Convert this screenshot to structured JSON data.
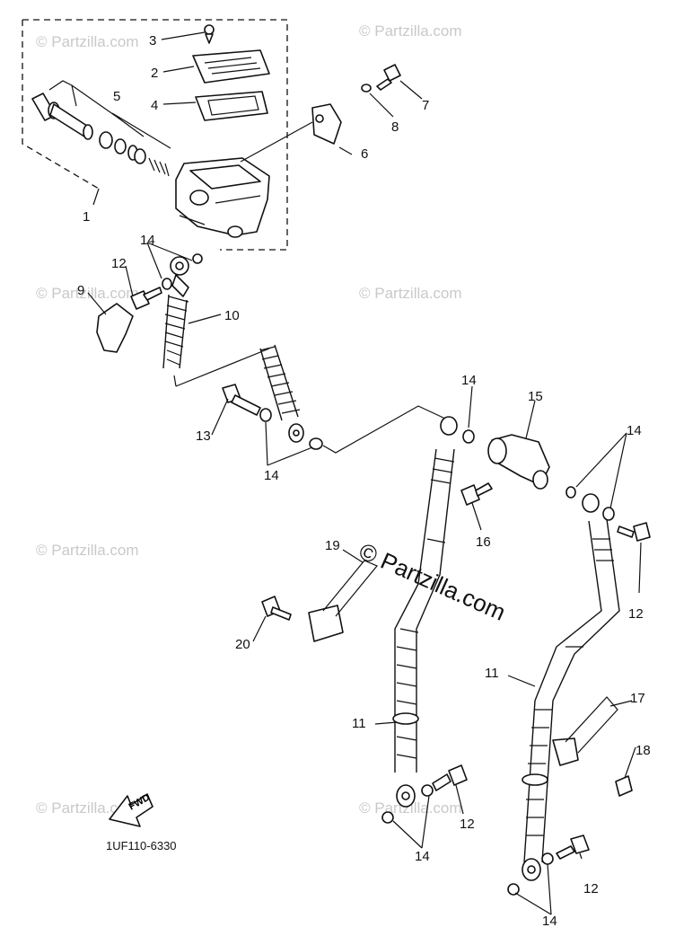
{
  "diagram": {
    "code": "1UF110-6330",
    "fwd_label": "FWD",
    "watermark": "© Partzilla.com",
    "watermark_center": "© Partzilla.com"
  },
  "callouts": [
    {
      "id": "c1",
      "label": "1"
    },
    {
      "id": "c2",
      "label": "2"
    },
    {
      "id": "c3",
      "label": "3"
    },
    {
      "id": "c4",
      "label": "4"
    },
    {
      "id": "c5",
      "label": "5"
    },
    {
      "id": "c6",
      "label": "6"
    },
    {
      "id": "c7",
      "label": "7"
    },
    {
      "id": "c8",
      "label": "8"
    },
    {
      "id": "c9",
      "label": "9"
    },
    {
      "id": "c10",
      "label": "10"
    },
    {
      "id": "c11a",
      "label": "11"
    },
    {
      "id": "c11b",
      "label": "11"
    },
    {
      "id": "c12a",
      "label": "12"
    },
    {
      "id": "c12b",
      "label": "12"
    },
    {
      "id": "c12c",
      "label": "12"
    },
    {
      "id": "c12d",
      "label": "12"
    },
    {
      "id": "c13",
      "label": "13"
    },
    {
      "id": "c14a",
      "label": "14"
    },
    {
      "id": "c14b",
      "label": "14"
    },
    {
      "id": "c14c",
      "label": "14"
    },
    {
      "id": "c14d",
      "label": "14"
    },
    {
      "id": "c14e",
      "label": "14"
    },
    {
      "id": "c14f",
      "label": "14"
    },
    {
      "id": "c15",
      "label": "15"
    },
    {
      "id": "c16",
      "label": "16"
    },
    {
      "id": "c17",
      "label": "17"
    },
    {
      "id": "c18",
      "label": "18"
    },
    {
      "id": "c19",
      "label": "19"
    },
    {
      "id": "c20",
      "label": "20"
    }
  ]
}
